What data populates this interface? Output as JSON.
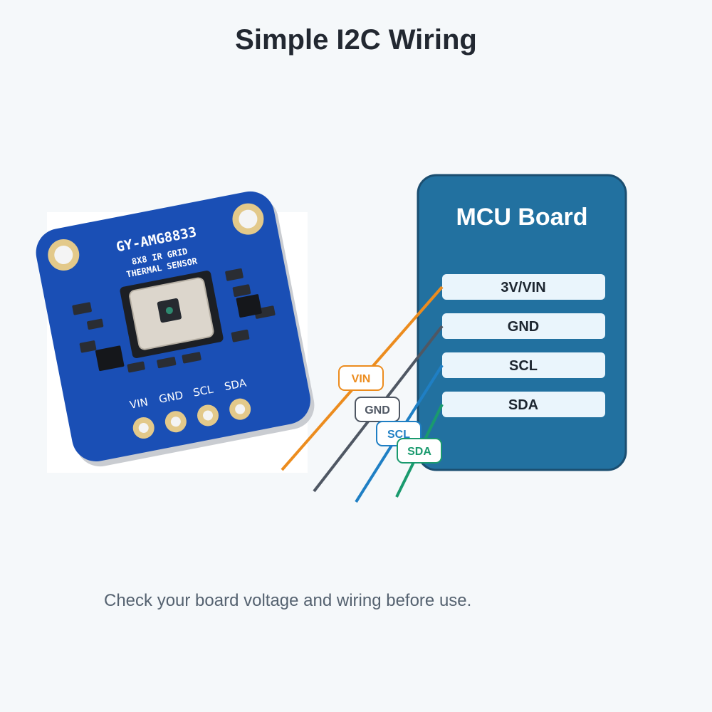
{
  "title": "Simple I2C Wiring",
  "footer": "Check your board voltage and wiring before use.",
  "sensor": {
    "name": "GY-AMG8833",
    "line1": "8X8 IR GRID",
    "line2": "THERMAL SENSOR",
    "pins": [
      "VIN",
      "GND",
      "SCL",
      "SDA"
    ]
  },
  "mcu": {
    "title": "MCU Board",
    "pins": [
      "3V/VIN",
      "GND",
      "SCL",
      "SDA"
    ]
  },
  "wires": [
    {
      "label": "VIN",
      "color": "#ec8c1e"
    },
    {
      "label": "GND",
      "color": "#4f5763"
    },
    {
      "label": "SCL",
      "color": "#1f7fc4"
    },
    {
      "label": "SDA",
      "color": "#1a9a6e"
    }
  ],
  "colors": {
    "mcu_fill": "#2271a0",
    "mcu_border": "#1b4e70",
    "pcb": "#1a4fb5",
    "pin_box": "#eaf5fc"
  }
}
